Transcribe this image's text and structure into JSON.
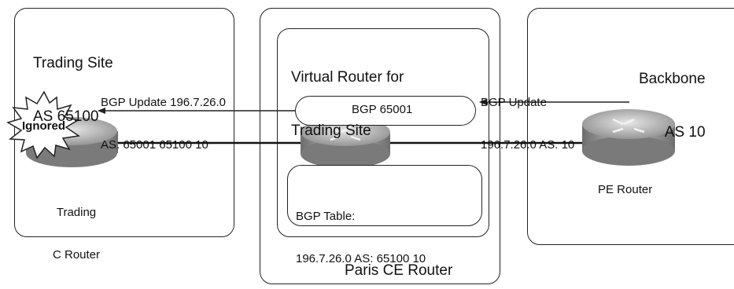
{
  "trading_site": {
    "title_line1": "Trading Site",
    "title_line2": "AS 65100"
  },
  "virtual_router": {
    "title_line1": "Virtual Router for",
    "title_line2": "Trading Site"
  },
  "backbone": {
    "title_line1": "Backbone",
    "title_line2": "AS 10"
  },
  "paris_ce": {
    "label": "Paris CE Router"
  },
  "bgp_session": {
    "label": "BGP 65001"
  },
  "bgp_table": {
    "line1": "BGP Table:",
    "line2": "196.7.26.0 AS: 65100 10"
  },
  "update_left": {
    "line1": "BGP Update 196.7.26.0",
    "line2": "AS: 65001 65100 10"
  },
  "update_right": {
    "line1": "BGP Update",
    "line2": "196.7.26.0 AS: 10"
  },
  "trading_router": {
    "label_line1": "Trading",
    "label_line2": "C Router"
  },
  "pe_router": {
    "label": "PE Router"
  },
  "ignored": {
    "label": "Ignored"
  }
}
